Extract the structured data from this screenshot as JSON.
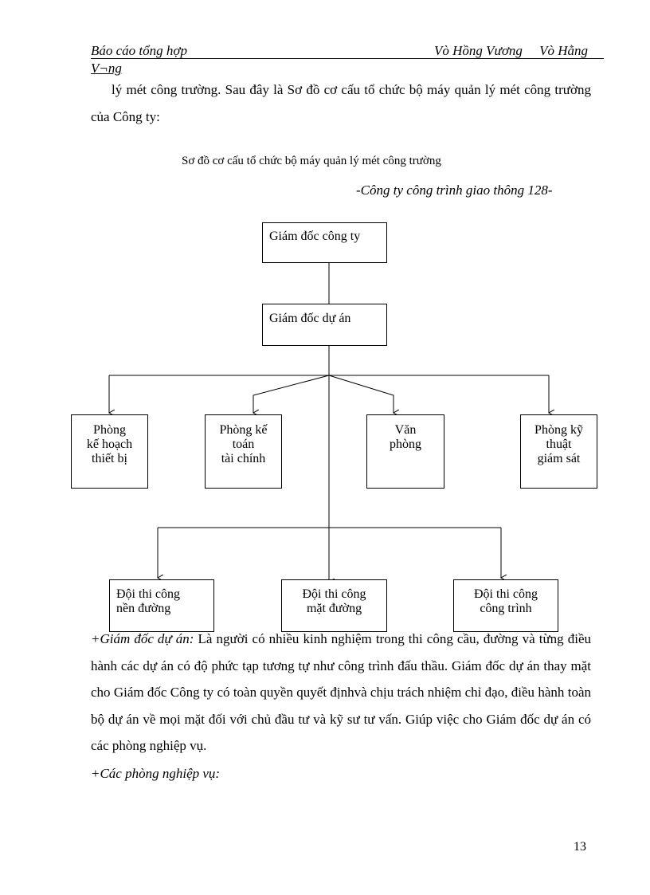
{
  "header": {
    "left": "Báo cáo tổng hợp",
    "right": "Vò Hồng Vương     Vò Hằng",
    "right_cont": "V¬ng"
  },
  "intro": "lý mét công trường. Sau đây là Sơ đồ cơ cấu tổ chức bộ máy quản lý mét công trường của Công ty:",
  "diagram": {
    "title": "Sơ đồ cơ cấu tổ chức bộ máy quản lý mét công trường",
    "subtitle": "-Công ty công trình giao thông 128-",
    "nodes": {
      "ceo": "Giám đốc công ty",
      "pm": "Giám đốc dự án",
      "plan": "Phòng\nkế hoạch\nthiết bị",
      "finance": "Phòng kế\ntoán\ntài chính",
      "office": "Văn\nphòng",
      "tech": "Phòng kỹ\nthuật\ngiám sát",
      "team1": "Đội thi công\nnền đường",
      "team2": "Đội thi công\nmặt đường",
      "team3": "Đội thi công\ncông trình"
    }
  },
  "body": {
    "p1_lead": "+Giám đốc dự án:",
    "p1_text": " Là người có nhiều kinh nghiệm trong thi công cầu, đường và từng điều hành các dự án có độ phức tạp tương tự như công trình đấu thầu. Giám đốc dự án thay mặt cho Giám đốc Công ty có toàn quyền quyết địnhvà chịu trách nhiệm chỉ đạo, điều hành toàn bộ dự án về mọi mặt đối với chủ đầu tư và kỹ sư tư vấn. Giúp việc cho Giám đốc dự án có các phòng nghiệp vụ.",
    "p2_lead": "+Các phòng nghiệp vụ:"
  },
  "page_number": "13"
}
